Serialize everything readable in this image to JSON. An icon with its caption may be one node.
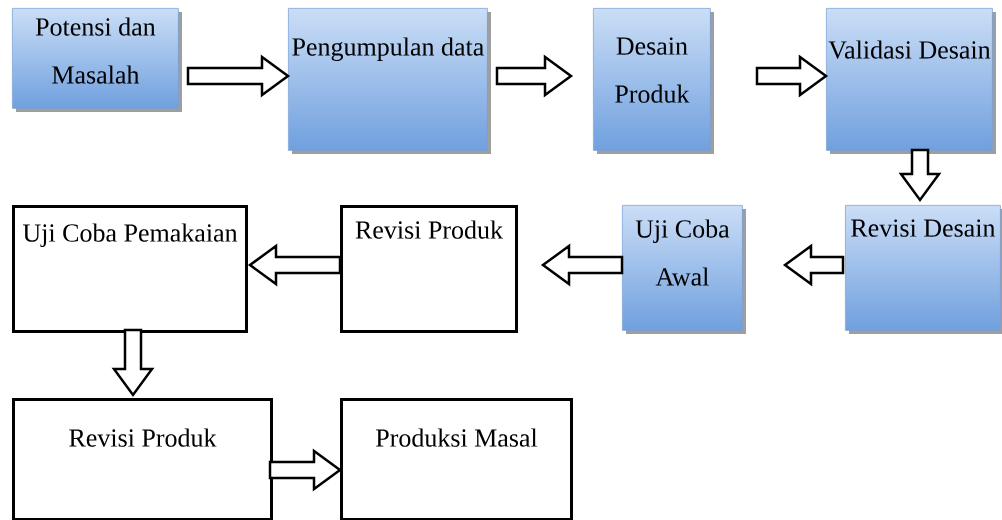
{
  "diagram": {
    "nodes": [
      {
        "text": [
          "Potensi dan Masalah"
        ]
      },
      {
        "text": [
          "Pengumpulan data"
        ]
      },
      {
        "text": [
          "Desain Produk"
        ]
      },
      {
        "text": [
          "Validasi Desain"
        ]
      },
      {
        "text": [
          "Revisi Desain"
        ]
      },
      {
        "text": [
          "Uji Coba Awal"
        ]
      },
      {
        "text": [
          "Revisi Produk"
        ]
      },
      {
        "text": [
          "Uji Coba Pemakaian"
        ]
      },
      {
        "text": [
          "Revisi Produk"
        ]
      },
      {
        "text": [
          "Produksi Masal"
        ]
      }
    ],
    "edges": [
      {
        "from": 0,
        "to": 1,
        "arrow": "to"
      },
      {
        "from": 1,
        "to": 2,
        "arrow": "to"
      },
      {
        "from": 2,
        "to": 3,
        "arrow": "to"
      },
      {
        "from": 3,
        "to": 4,
        "arrow": "to"
      },
      {
        "from": 4,
        "to": 5,
        "arrow": "to"
      },
      {
        "from": 5,
        "to": 6,
        "arrow": "to"
      },
      {
        "from": 6,
        "to": 7,
        "arrow": "to"
      },
      {
        "from": 7,
        "to": 8,
        "arrow": "to"
      },
      {
        "from": 8,
        "to": 9,
        "arrow": "to"
      }
    ]
  }
}
